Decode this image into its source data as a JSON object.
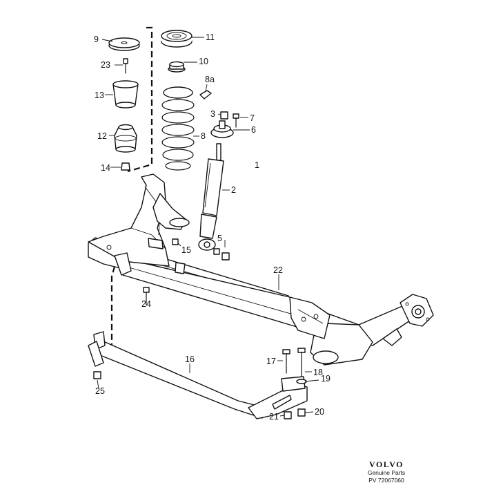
{
  "callouts": [
    {
      "id": "c9",
      "label": "9"
    },
    {
      "id": "c11",
      "label": "11"
    },
    {
      "id": "c23",
      "label": "23"
    },
    {
      "id": "c10",
      "label": "10"
    },
    {
      "id": "c8a",
      "label": "8a"
    },
    {
      "id": "c13",
      "label": "13"
    },
    {
      "id": "c3",
      "label": "3"
    },
    {
      "id": "c7",
      "label": "7"
    },
    {
      "id": "c6",
      "label": "6"
    },
    {
      "id": "c12",
      "label": "12"
    },
    {
      "id": "c8",
      "label": "8"
    },
    {
      "id": "c1",
      "label": "1"
    },
    {
      "id": "c14",
      "label": "14"
    },
    {
      "id": "c2",
      "label": "2"
    },
    {
      "id": "c5",
      "label": "5"
    },
    {
      "id": "c15",
      "label": "15"
    },
    {
      "id": "c22",
      "label": "22"
    },
    {
      "id": "c24",
      "label": "24"
    },
    {
      "id": "c16",
      "label": "16"
    },
    {
      "id": "c17",
      "label": "17"
    },
    {
      "id": "c18",
      "label": "18"
    },
    {
      "id": "c19",
      "label": "19"
    },
    {
      "id": "c25",
      "label": "25"
    },
    {
      "id": "c20",
      "label": "20"
    },
    {
      "id": "c21",
      "label": "21"
    }
  ],
  "brand": {
    "logo": "VOLVO",
    "subtitle": "Genuine Parts",
    "code": "PV 72067060"
  }
}
